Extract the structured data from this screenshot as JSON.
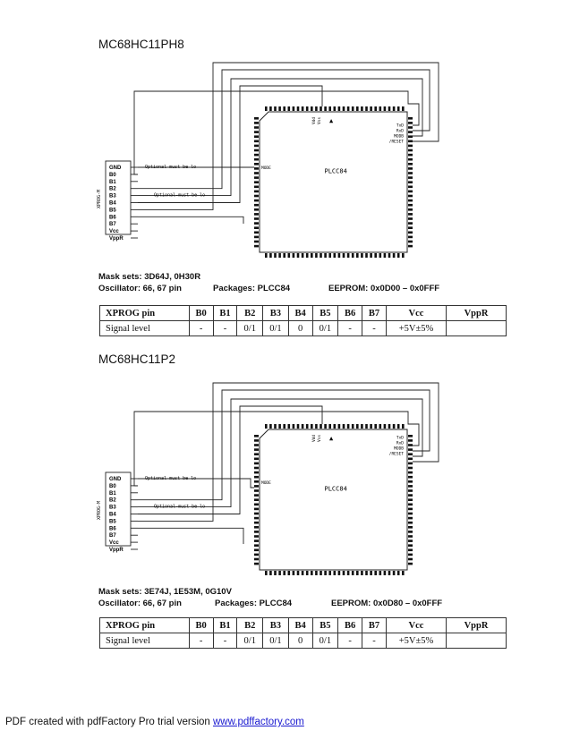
{
  "sections": [
    {
      "title": "MC68HC11PH8",
      "mask": "Mask sets: 3D64J, 0H30R",
      "osc": "Oscillator: 66, 67 pin",
      "pkg": "Packages: PLCC84",
      "eeprom": "EEPROM: 0x0D00 – 0x0FFF",
      "diagram": {
        "chip_label": "PLCC84",
        "mode_label": "MODE",
        "top_pins": [
          "Vdd",
          "Vss"
        ],
        "right_pins": [
          "TxD",
          "RxD",
          "MODB",
          "/RESET"
        ],
        "conn_label": "XPROG-M",
        "conn_pins": [
          "GND",
          "B0",
          "B1",
          "B2",
          "B3",
          "B4",
          "B5",
          "B6",
          "B7",
          "Vcc",
          "VppR"
        ],
        "note1": "Optional-must be lo",
        "note2": "Optional-must be lo"
      }
    },
    {
      "title": "MC68HC11P2",
      "mask": "Mask sets: 3E74J, 1E53M, 0G10V",
      "osc": "Oscillator: 66, 67 pin",
      "pkg": "Packages: PLCC84",
      "eeprom": "EEPROM: 0x0D80 – 0x0FFF",
      "diagram": {
        "chip_label": "PLCC84",
        "mode_label": "MODE",
        "top_pins": [
          "Vdd",
          "Vss"
        ],
        "right_pins": [
          "TxD",
          "RxD",
          "MODB",
          "/RESET"
        ],
        "conn_label": "XPROG-M",
        "conn_pins": [
          "GND",
          "B0",
          "B1",
          "B2",
          "B3",
          "B4",
          "B5",
          "B6",
          "B7",
          "Vcc",
          "VppR"
        ],
        "note1": "Optional-must be lo",
        "note2": "Optional-must be lo"
      }
    }
  ],
  "table": {
    "header": [
      "XPROG pin",
      "B0",
      "B1",
      "B2",
      "B3",
      "B4",
      "B5",
      "B6",
      "B7",
      "Vcc",
      "VppR"
    ],
    "row": [
      "Signal level",
      "-",
      "-",
      "0/1",
      "0/1",
      "0",
      "0/1",
      "-",
      "-",
      "+5V±5%",
      ""
    ]
  },
  "footer": {
    "text": "PDF created with pdfFactory Pro trial version ",
    "link": "www.pdffactory.com"
  }
}
